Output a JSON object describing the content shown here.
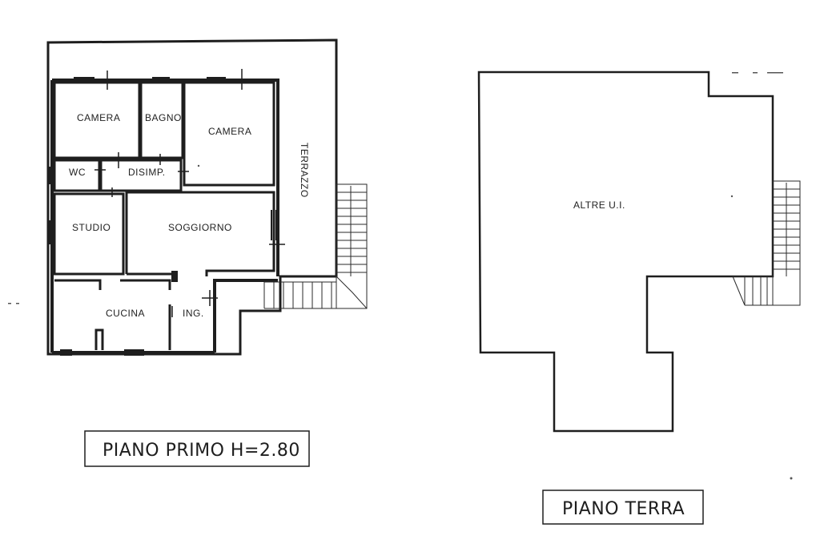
{
  "floors": {
    "first": {
      "title": "PIANO PRIMO H=2.80",
      "rooms": {
        "camera_1": "CAMERA",
        "bagno": "BAGNO",
        "camera_2": "CAMERA",
        "wc": "WC",
        "disimpegno": "DISIMP.",
        "studio": "STUDIO",
        "soggiorno": "SOGGIORNO",
        "cucina": "CUCINA",
        "ingresso": "ING.",
        "terrazzo": "TERRAZZO"
      }
    },
    "ground": {
      "title": "PIANO TERRA",
      "rooms": {
        "altre": "ALTRE U.I."
      }
    }
  },
  "colors": {
    "line": "#1e1e1e",
    "background": "#ffffff"
  }
}
